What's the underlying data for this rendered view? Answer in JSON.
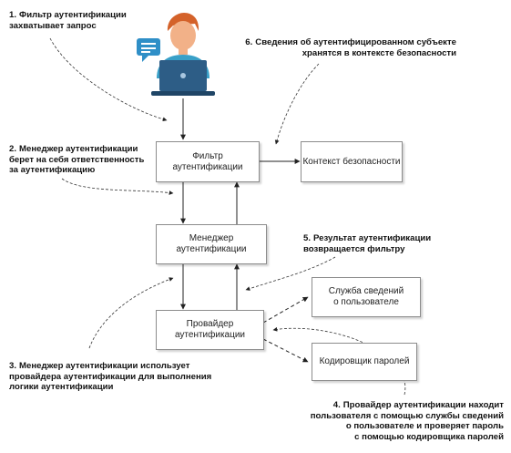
{
  "boxes": {
    "filter": "Фильтр аутентификации",
    "context": "Контекст безопасности",
    "manager": "Менеджер\nаутентификации",
    "provider": "Провайдер\nаутентификации",
    "user_details_service": "Служба сведений\nо пользователе",
    "password_encoder": "Кодировщик паролей"
  },
  "notes": [
    {
      "num": "1.",
      "text": "Фильтр аутентификации\nзахватывает запрос"
    },
    {
      "num": "2.",
      "text": "Менеджер аутентификации\nберет на себя ответственность\nза аутентификацию"
    },
    {
      "num": "3.",
      "text": "Менеджер аутентификации использует\nпровайдера аутентификации для выполнения\nлогики аутентификации"
    },
    {
      "num": "4.",
      "text": "Провайдер аутентификации находит\nпользователя с помощью службы сведений\nо пользователе и проверяет пароль\nс помощью кодировщика паролей"
    },
    {
      "num": "5.",
      "text": "Результат аутентификации\nвозвращается фильтру"
    },
    {
      "num": "6.",
      "text": "Сведения об аутентифицированном субъекте\nхранятся в контексте безопасности"
    }
  ],
  "icons": {
    "user": "user-with-laptop-icon",
    "chat": "chat-bubble-icon"
  },
  "colors": {
    "skin": "#f2b188",
    "hair": "#d4622a",
    "shirt": "#39a0c8",
    "laptop": "#2d5d86",
    "chat": "#2f8fc7"
  }
}
